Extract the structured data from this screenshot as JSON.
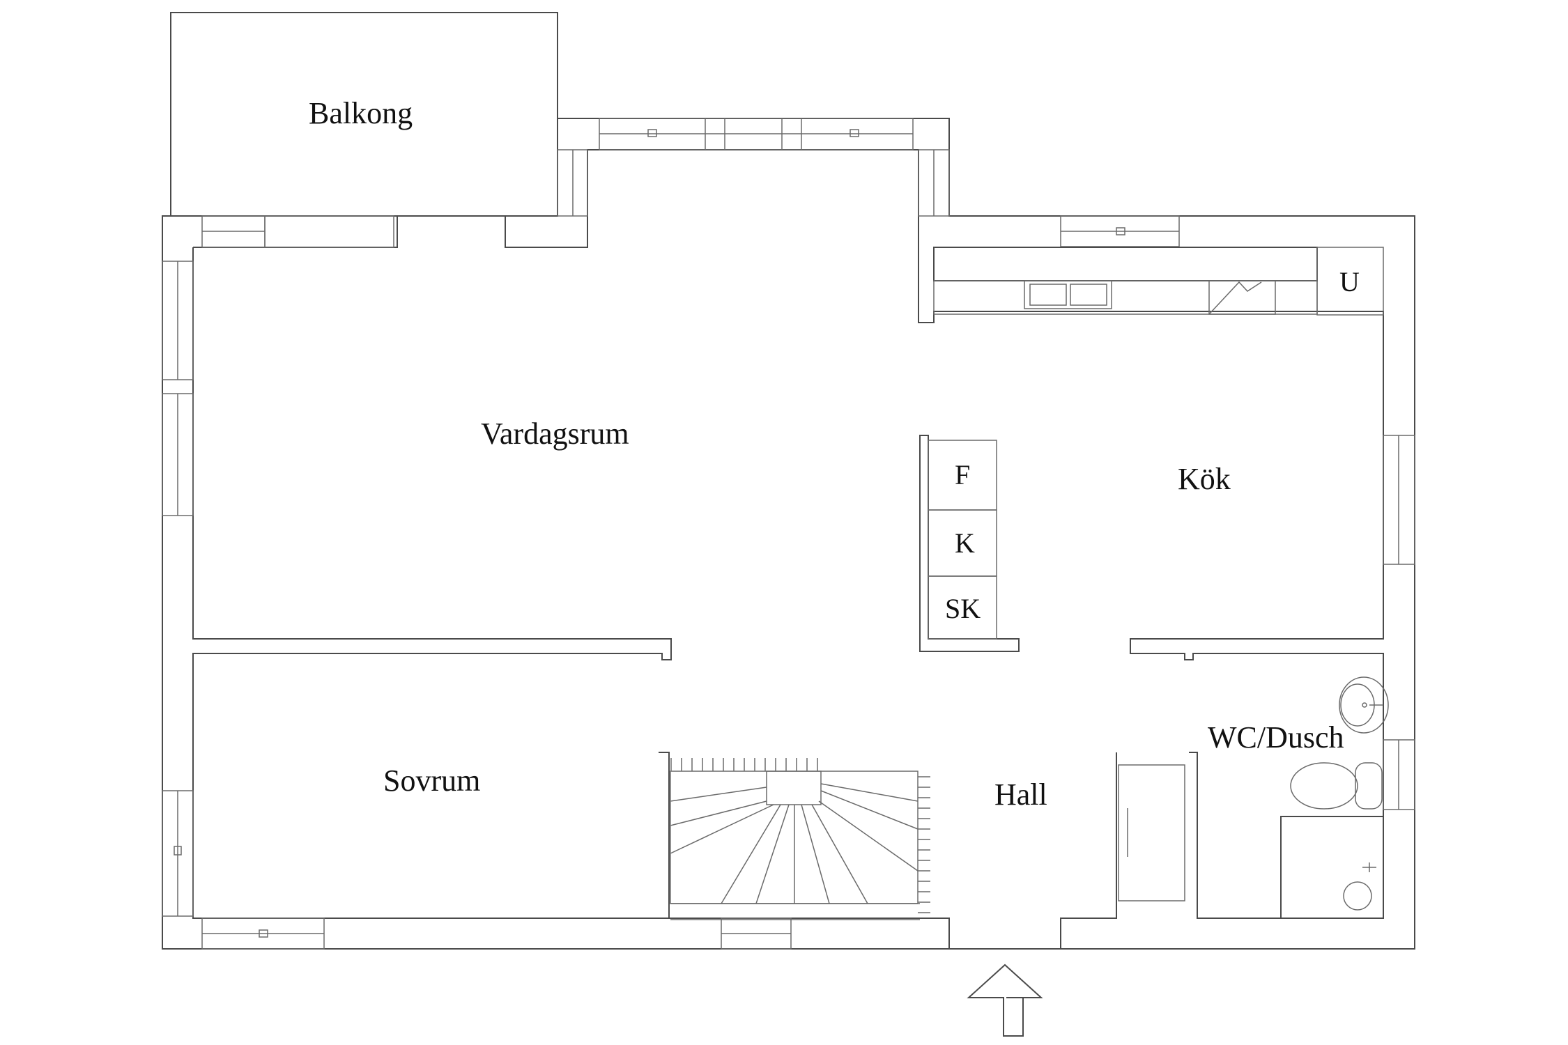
{
  "rooms": {
    "balkong": "Balkong",
    "vardagsrum": "Vardagsrum",
    "kok": "Kök",
    "sovrum": "Sovrum",
    "hall": "Hall",
    "wc_dusch": "WC/Dusch"
  },
  "fixtures": {
    "fridge": "F",
    "freezer": "K",
    "wardrobe": "SK",
    "oven": "U"
  },
  "colors": {
    "wall": "#4a4a4a",
    "background": "#ffffff",
    "text": "#111111"
  }
}
